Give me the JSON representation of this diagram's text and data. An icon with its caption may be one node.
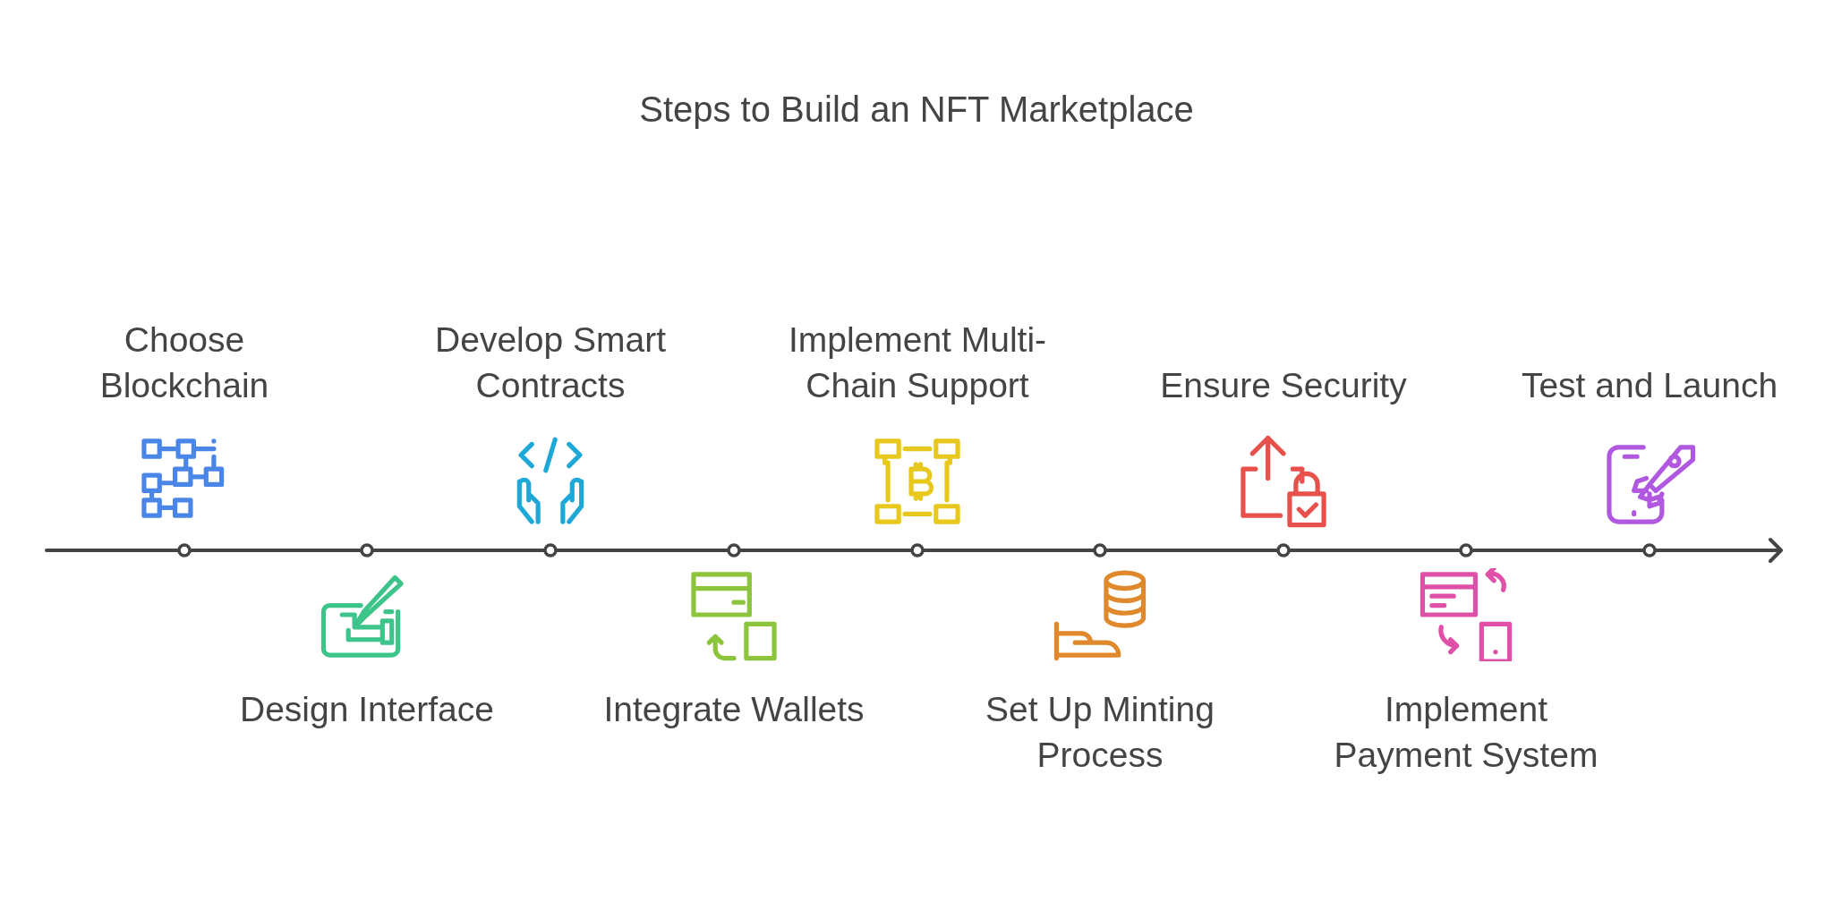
{
  "diagram": {
    "title": "Steps to Build an NFT Marketplace",
    "nodes": [
      {
        "text": [
          "Choose Blockchain"
        ]
      },
      {
        "text": [
          "Design Interface"
        ]
      },
      {
        "text": [
          "Develop Smart Contracts"
        ]
      },
      {
        "text": [
          "Integrate Wallets"
        ]
      },
      {
        "text": [
          "Implement Multi-Chain Support"
        ]
      },
      {
        "text": [
          "Set Up Minting Process"
        ]
      },
      {
        "text": [
          "Ensure Security"
        ]
      },
      {
        "text": [
          "Implement Payment System"
        ]
      },
      {
        "text": [
          "Test and Launch"
        ]
      }
    ]
  }
}
